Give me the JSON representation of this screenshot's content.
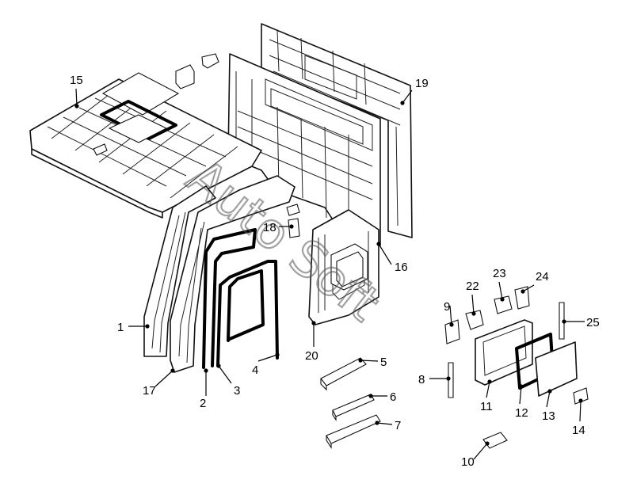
{
  "diagram": {
    "type": "exploded-parts-diagram",
    "watermark": "Auto Soft",
    "callouts": [
      "1",
      "2",
      "3",
      "4",
      "5",
      "6",
      "7",
      "8",
      "9",
      "10",
      "11",
      "12",
      "13",
      "14",
      "15",
      "16",
      "17",
      "18",
      "19",
      "20",
      "22",
      "23",
      "24",
      "25"
    ]
  }
}
